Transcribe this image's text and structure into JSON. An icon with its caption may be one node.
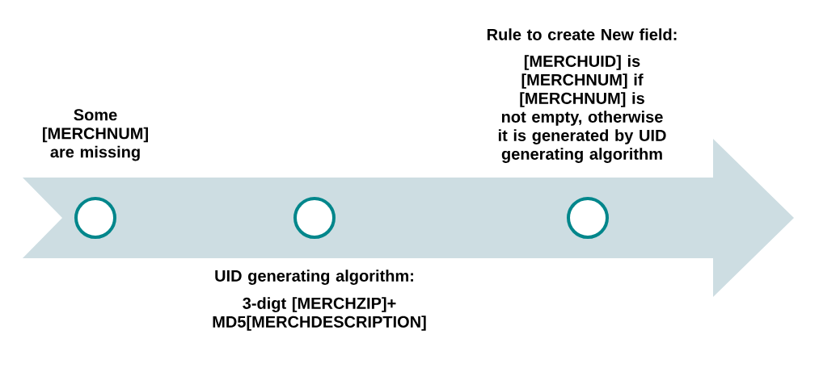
{
  "diagram": {
    "nodes": [
      {
        "text": [],
        "shape": "arrow"
      },
      {
        "text": [],
        "shape": "circle",
        "in": 0,
        "beside": [
          "Some [MERCHNUM] are missing"
        ]
      },
      {
        "text": [],
        "shape": "circle",
        "in": 0,
        "beside": [
          "UID generating algorithm:",
          "3-digt [MERCHZIP]+ MD5[MERCHDESCRIPTION]"
        ]
      },
      {
        "text": [],
        "shape": "circle",
        "in": 0,
        "beside": [
          "Rule to create New field:",
          "[MERCHUID] is [MERCHNUM] if [MERCHNUM] is not empty, otherwise it is generated by UID generating algorithm"
        ]
      }
    ]
  }
}
